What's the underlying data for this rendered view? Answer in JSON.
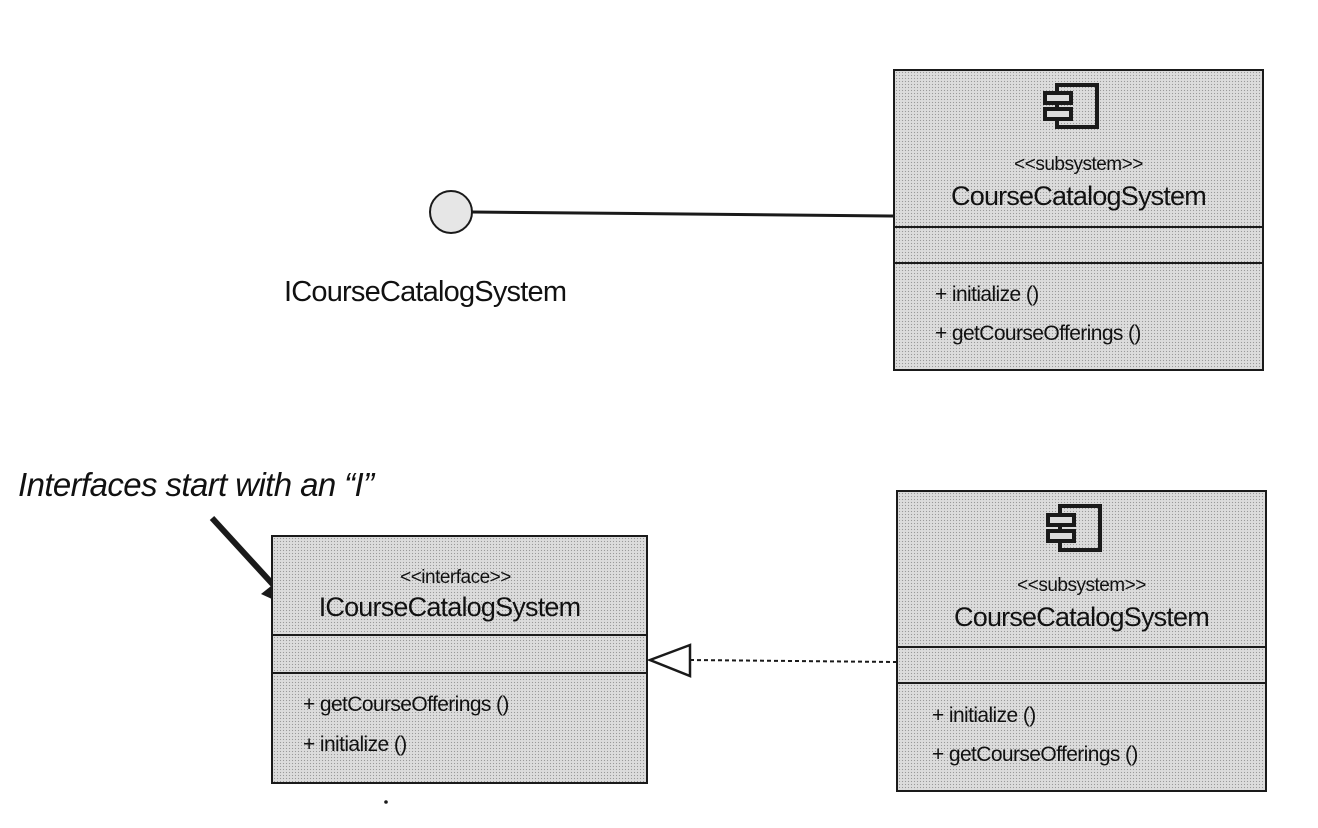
{
  "diagram": {
    "top": {
      "interface_label": "ICourseCatalogSystem",
      "subsystem": {
        "stereotype": "<<subsystem>>",
        "name": "CourseCatalogSystem",
        "operations": [
          "+ initialize ()",
          "+ getCourseOfferings ()"
        ]
      }
    },
    "bottom": {
      "note": "Interfaces start with an “I”",
      "interface": {
        "stereotype": "<<interface>>",
        "name": "ICourseCatalogSystem",
        "operations": [
          "+ getCourseOfferings ()",
          "+ initialize ()"
        ]
      },
      "subsystem": {
        "stereotype": "<<subsystem>>",
        "name": "CourseCatalogSystem",
        "operations": [
          "+ initialize ()",
          "+ getCourseOfferings ()"
        ]
      }
    },
    "colors": {
      "line": "#1a1a1a",
      "box_fill": "#dcdcdc"
    }
  }
}
